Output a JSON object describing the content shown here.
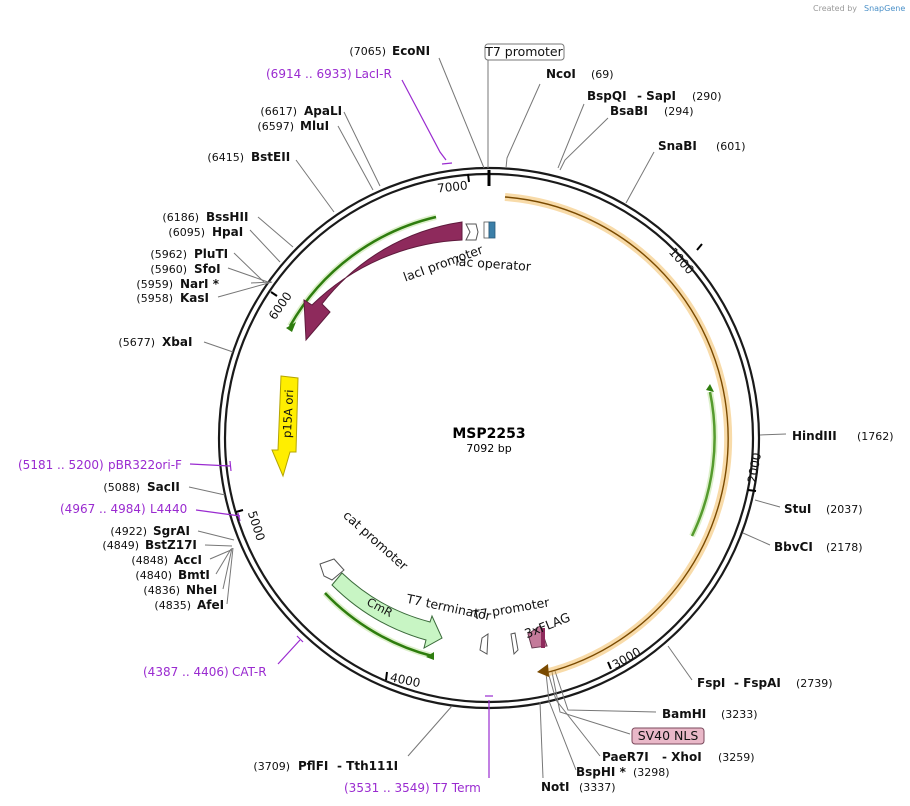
{
  "watermark": {
    "prefix": "Created by",
    "brand": "SnapGene"
  },
  "plasmid": {
    "name": "MSP2253",
    "size_label": "7092 bp"
  },
  "ticks": [
    "1000",
    "2000",
    "3000",
    "4000",
    "5000",
    "6000",
    "7000"
  ],
  "sites": [
    {
      "name": "EcoNI",
      "pos": "(7065)"
    },
    {
      "name": "NcoI",
      "pos": "(69)"
    },
    {
      "name": "BspQI",
      "name2": "SapI",
      "pos": "(290)"
    },
    {
      "name": "BsaBI",
      "pos": "(294)"
    },
    {
      "name": "SnaBI",
      "pos": "(601)"
    },
    {
      "name": "HindIII",
      "pos": "(1762)"
    },
    {
      "name": "StuI",
      "pos": "(2037)"
    },
    {
      "name": "BbvCI",
      "pos": "(2178)"
    },
    {
      "name": "FspI",
      "name2": "FspAI",
      "pos": "(2739)"
    },
    {
      "name": "BamHI",
      "pos": "(3233)"
    },
    {
      "name": "PaeR7I",
      "name2": "XhoI",
      "pos": "(3259)"
    },
    {
      "name": "BspHI *",
      "pos": "(3298)"
    },
    {
      "name": "NotI",
      "pos": "(3337)"
    },
    {
      "name": "PflFI",
      "name2": "Tth111I",
      "pos": "(3709)"
    },
    {
      "name": "AfeI",
      "pos": "(4835)"
    },
    {
      "name": "NheI",
      "pos": "(4836)"
    },
    {
      "name": "BmtI",
      "pos": "(4840)"
    },
    {
      "name": "AccI",
      "pos": "(4848)"
    },
    {
      "name": "BstZ17I",
      "pos": "(4849)"
    },
    {
      "name": "SgrAI",
      "pos": "(4922)"
    },
    {
      "name": "SacII",
      "pos": "(5088)"
    },
    {
      "name": "XbaI",
      "pos": "(5677)"
    },
    {
      "name": "KasI",
      "pos": "(5958)"
    },
    {
      "name": "NarI *",
      "pos": "(5959)"
    },
    {
      "name": "SfoI",
      "pos": "(5960)"
    },
    {
      "name": "PluTI",
      "pos": "(5962)"
    },
    {
      "name": "HpaI",
      "pos": "(6095)"
    },
    {
      "name": "BssHII",
      "pos": "(6186)"
    },
    {
      "name": "BstEII",
      "pos": "(6415)"
    },
    {
      "name": "MluI",
      "pos": "(6597)"
    },
    {
      "name": "ApaLI",
      "pos": "(6617)"
    }
  ],
  "primers": [
    {
      "range": "(6914 .. 6933)",
      "name": "LacI-R"
    },
    {
      "range": "(5181 .. 5200)",
      "name": "pBR322ori-F"
    },
    {
      "range": "(4967 .. 4984)",
      "name": "L4440"
    },
    {
      "range": "(4387 .. 4406)",
      "name": "CAT-R"
    },
    {
      "range": "(3531 .. 3549)",
      "name": "T7 Term"
    }
  ],
  "features": {
    "t7_promoter_top": "T7 promoter",
    "sv40_nls": "SV40 NLS",
    "laci": "lacI",
    "laci_promoter": "lacI promoter",
    "lac_operator": "lac operator",
    "p15a_ori": "p15A ori",
    "cat_promoter": "cat promoter",
    "cmr": "CmR",
    "t7_terminator": "T7 terminator",
    "t7_promoter_inner": "T7 promoter",
    "flag": "3xFLAG"
  },
  "colors": {
    "backbone": "#1a1a1a",
    "laci": "#8e2a5c",
    "p15a_ori": "#ffee00",
    "cmr": "#c8f5c4",
    "orf_orange": "#f0b040",
    "orf_green": "#2e7d0e",
    "primer": "#9a2bd0",
    "sv40_box": "#e9b8c8",
    "lac_operator": "#3b7fa8",
    "flag": "#c47a9a"
  }
}
